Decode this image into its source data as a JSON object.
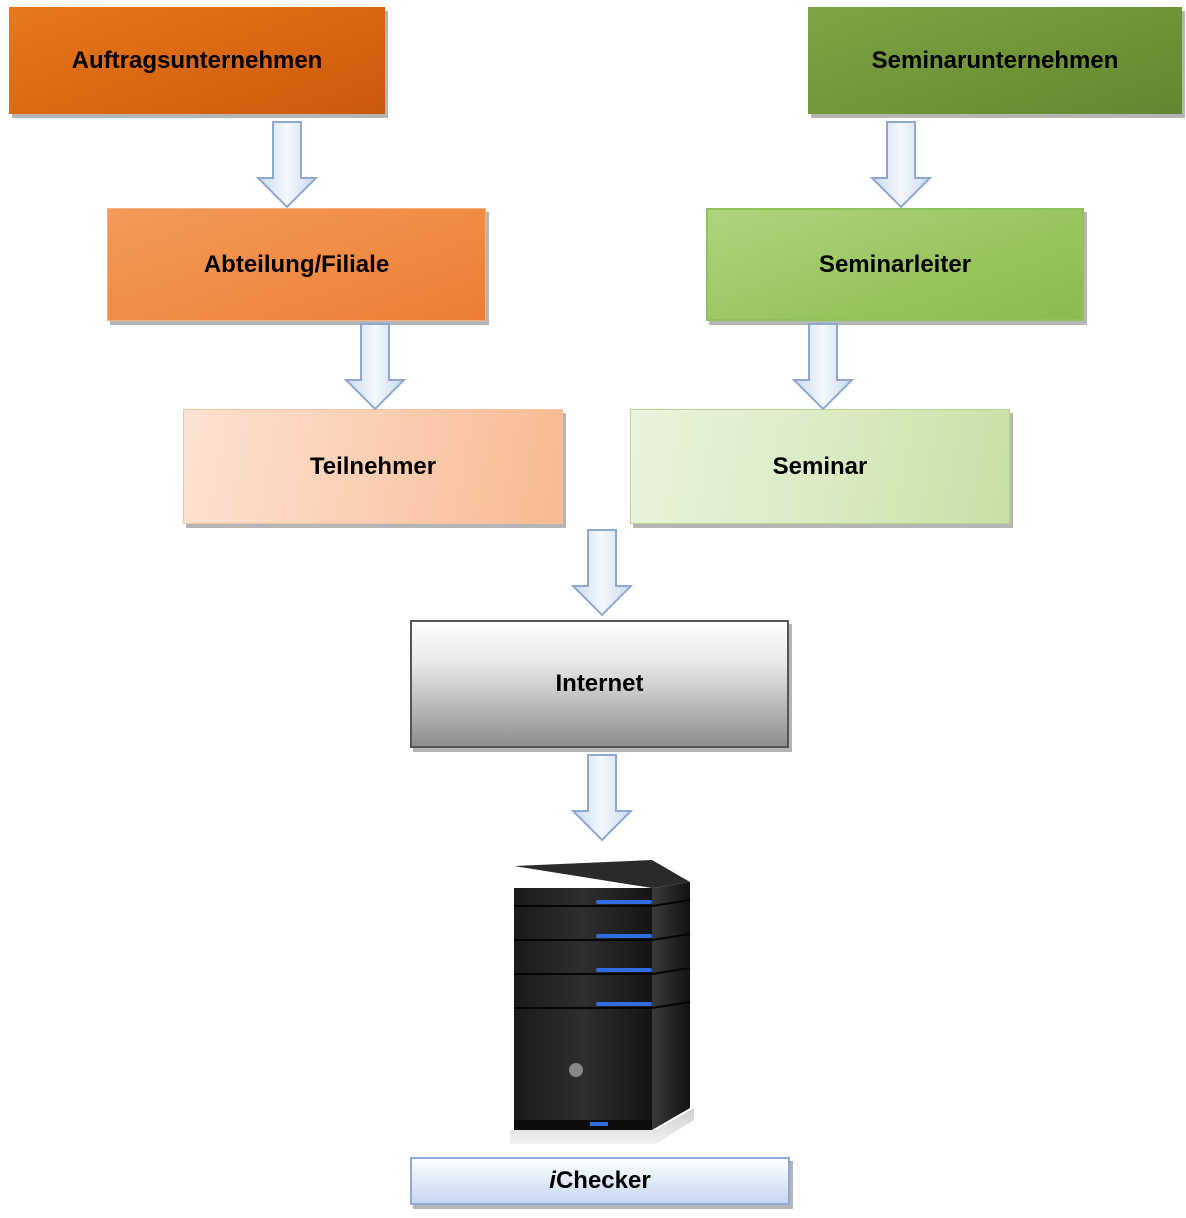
{
  "diagram": {
    "nodes": {
      "auftragsunternehmen": "Auftragsunternehmen",
      "seminarunternehmen": "Seminarunternehmen",
      "abteilung": "Abteilung/Filiale",
      "seminarleiter": "Seminarleiter",
      "teilnehmer": "Teilnehmer",
      "seminar": "Seminar",
      "internet": "Internet",
      "ichecker_prefix": "i",
      "ichecker_rest": "Checker"
    },
    "edges": [
      [
        "Auftragsunternehmen",
        "Abteilung/Filiale"
      ],
      [
        "Abteilung/Filiale",
        "Teilnehmer"
      ],
      [
        "Seminarunternehmen",
        "Seminarleiter"
      ],
      [
        "Seminarleiter",
        "Seminar"
      ],
      [
        "Teilnehmer + Seminar",
        "Internet"
      ],
      [
        "Internet",
        "iChecker server"
      ]
    ],
    "server_icon": "server-tower-icon",
    "server_brand_icon": "hp-logo-icon"
  },
  "colors": {
    "dark_orange": "#d86510",
    "mid_orange": "#f08a42",
    "light_orange": "#fbcfb3",
    "dark_green": "#6e9336",
    "mid_green": "#98c45e",
    "light_green": "#dbebc4",
    "arrow_fill": "#dce6f4",
    "arrow_stroke": "#8ea8cf"
  }
}
